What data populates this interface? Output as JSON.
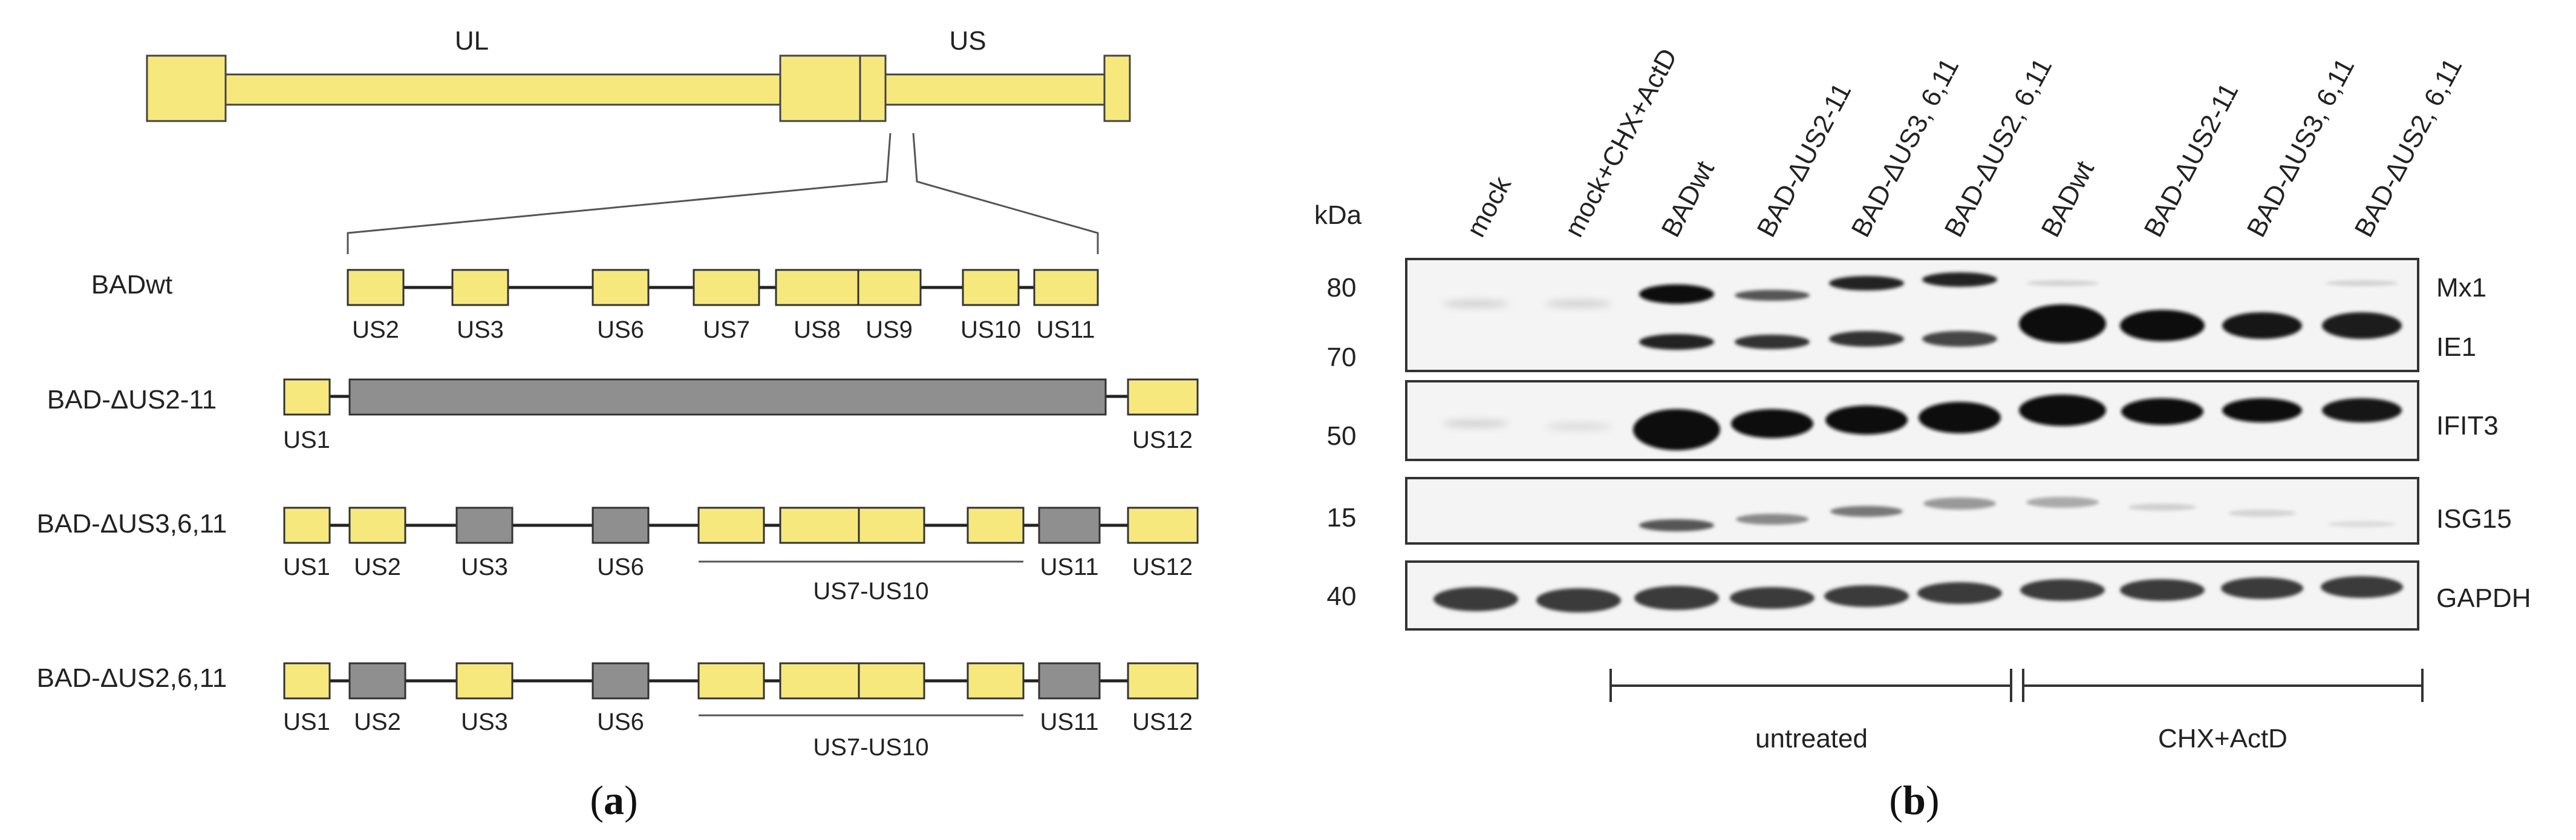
{
  "panel_a": {
    "letter": "a",
    "genome": {
      "ul_label": "UL",
      "us_label": "US"
    },
    "constructs": [
      {
        "name": "BADwt",
        "genes": [
          "US2",
          "US3",
          "US6",
          "US7",
          "US8",
          "US9",
          "US10",
          "US11"
        ]
      },
      {
        "name": "BAD-ΔUS2-11",
        "genes": [
          "US1",
          "US12"
        ]
      },
      {
        "name": "BAD-ΔUS3,6,11",
        "genes": [
          "US1",
          "US2",
          "US3",
          "US6",
          "US11",
          "US12"
        ],
        "bracket_label": "US7-US10"
      },
      {
        "name": "BAD-ΔUS2,6,11",
        "genes": [
          "US1",
          "US2",
          "US3",
          "US6",
          "US11",
          "US12"
        ],
        "bracket_label": "US7-US10"
      }
    ],
    "colors": {
      "present_gene": "#f7e87d",
      "deleted_gene": "#8f8f8f",
      "outline": "#333333"
    }
  },
  "panel_b": {
    "letter": "b",
    "kda_header": "kDa",
    "lanes": [
      "mock",
      "mock+CHX+ActD",
      "BADwt",
      "BAD-ΔUS2-11",
      "BAD-ΔUS3, 6,11",
      "BAD-ΔUS2, 6,11",
      "BADwt",
      "BAD-ΔUS2-11",
      "BAD-ΔUS3, 6,11",
      "BAD-ΔUS2, 6,11"
    ],
    "blots": [
      {
        "markers": [
          "80",
          "70"
        ],
        "proteins": [
          "Mx1",
          "IE1"
        ]
      },
      {
        "markers": [
          "50"
        ],
        "proteins": [
          "IFIT3"
        ]
      },
      {
        "markers": [
          "15"
        ],
        "proteins": [
          "ISG15"
        ]
      },
      {
        "markers": [
          "40"
        ],
        "proteins": [
          "GAPDH"
        ]
      }
    ],
    "groups": [
      {
        "label": "untreated"
      },
      {
        "label": "CHX+ActD"
      }
    ]
  }
}
